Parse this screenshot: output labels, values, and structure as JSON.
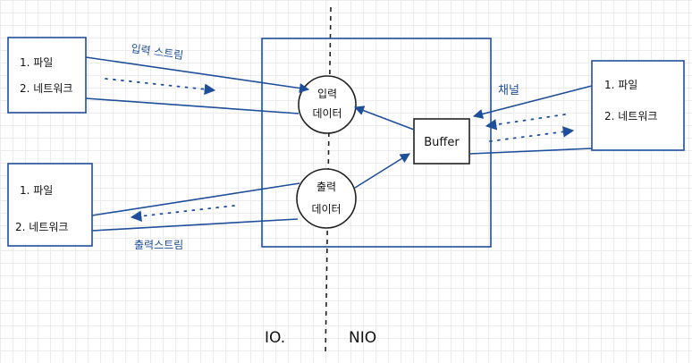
{
  "left_top_box": {
    "items": [
      "1. 파일",
      "2. 네트워크"
    ]
  },
  "left_bottom_box": {
    "items": [
      "1. 파일",
      "2. 네트워크"
    ]
  },
  "right_box": {
    "items": [
      "1. 파일",
      "2. 네트워크"
    ]
  },
  "input_stream_label": "입력 스트림",
  "output_stream_label": "출력스트림",
  "channel_label": "채널",
  "input_data_label": [
    "입력",
    "데이터"
  ],
  "output_data_label": [
    "출력",
    "데이터"
  ],
  "buffer_label": "Buffer",
  "io_label": "IO.",
  "nio_label": "NIO",
  "colors": {
    "ink": "#1f4e9a",
    "text": "#111111",
    "grid": "#ececec"
  }
}
